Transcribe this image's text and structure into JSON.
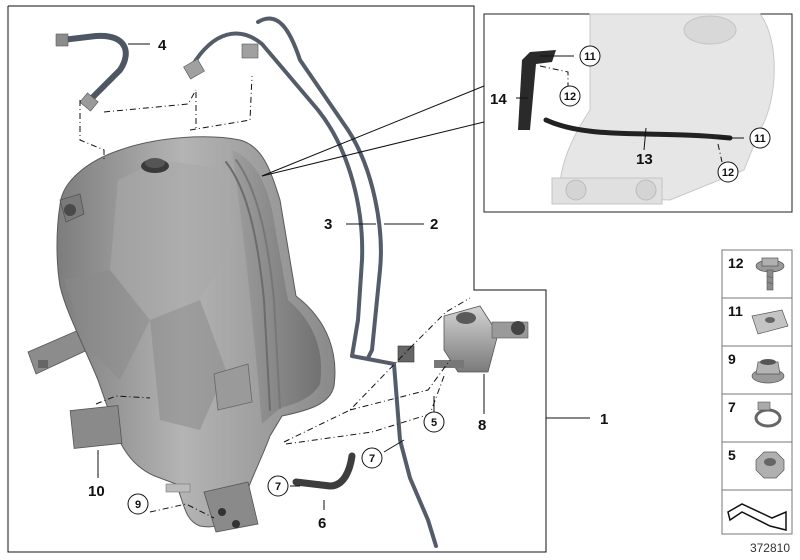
{
  "main_labels": {
    "l1": "1",
    "l2": "2",
    "l3": "3",
    "l4": "4",
    "l6": "6",
    "l8": "8",
    "l10": "10",
    "l13": "13",
    "l14": "14"
  },
  "circle_labels": {
    "c5": "5",
    "c7a": "7",
    "c7b": "7",
    "c9": "9",
    "c11a": "11",
    "c11b": "11",
    "c12a": "12",
    "c12b": "12"
  },
  "parts_panel": [
    {
      "id": "12",
      "icon": "bolt-icon"
    },
    {
      "id": "11",
      "icon": "clip-nut-icon"
    },
    {
      "id": "9",
      "icon": "collar-nut-icon"
    },
    {
      "id": "7",
      "icon": "hose-clamp-icon"
    },
    {
      "id": "5",
      "icon": "hex-nut-icon"
    }
  ],
  "reference_number": "372810",
  "colors": {
    "tank": "#9a9a9a",
    "hose": "#555a66",
    "detail_bg": "#e6e6e6"
  }
}
